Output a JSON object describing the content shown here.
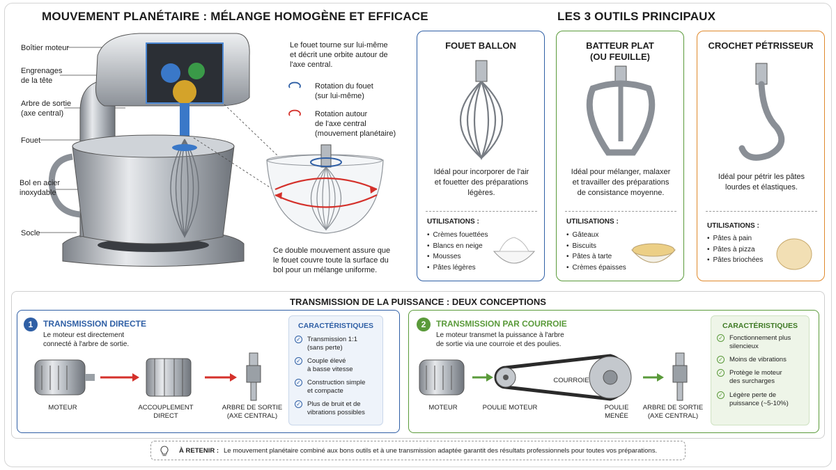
{
  "colors": {
    "blue": "#2f5fa5",
    "green": "#5a9a3a",
    "orange": "#e0892c",
    "red": "#d4312b",
    "steel": "#a8adb3",
    "gold": "#d4a32a"
  },
  "mixer": {
    "title": "MOUVEMENT PLANÉTAIRE : MÉLANGE HOMOGÈNE ET EFFICACE",
    "labels": {
      "motor_housing": "Boîtier moteur",
      "gears_1": "Engrenages",
      "gears_2": "de la tête",
      "output_1": "Arbre de sortie",
      "output_2": "(axe central)",
      "whisk": "Fouet",
      "bowl_1": "Bol en acier",
      "bowl_2": "inoxydable",
      "base": "Socle"
    },
    "explain_1": "Le fouet tourne sur lui-même",
    "explain_2": "et décrit une orbite autour de",
    "explain_3": "l'axe central.",
    "rot_self_1": "Rotation du fouet",
    "rot_self_2": "(sur lui-même)",
    "rot_orbit_1": "Rotation autour",
    "rot_orbit_2": "de l'axe central",
    "rot_orbit_3": "(mouvement planétaire)",
    "summary_1": "Ce double mouvement assure que",
    "summary_2": "le fouet couvre toute la surface du",
    "summary_3": "bol pour un mélange uniforme."
  },
  "tools": {
    "title": "LES 3 OUTILS PRINCIPAUX",
    "uses_label": "UTILISATIONS :",
    "whisk": {
      "name": "FOUET BALLON",
      "desc_1": "Idéal pour incorporer de l'air",
      "desc_2": "et fouetter des préparations",
      "desc_3": "légères.",
      "uses": [
        "Crèmes fouettées",
        "Blancs en neige",
        "Mousses",
        "Pâtes légères"
      ]
    },
    "beater": {
      "name_1": "BATTEUR PLAT",
      "name_2": "(OU FEUILLE)",
      "desc_1": "Idéal pour mélanger, malaxer",
      "desc_2": "et travailler des préparations",
      "desc_3": "de consistance moyenne.",
      "uses": [
        "Gâteaux",
        "Biscuits",
        "Pâtes à tarte",
        "Crèmes épaisses"
      ]
    },
    "hook": {
      "name": "CROCHET PÉTRISSEUR",
      "desc_1": "Idéal pour pétrir les pâtes",
      "desc_2": "lourdes et élastiques.",
      "uses": [
        "Pâtes à pain",
        "Pâtes à pizza",
        "Pâtes briochées"
      ]
    }
  },
  "transmission": {
    "title": "TRANSMISSION DE LA PUISSANCE : DEUX CONCEPTIONS",
    "characteristics_label": "CARACTÉRISTIQUES",
    "direct": {
      "number": "1",
      "name": "TRANSMISSION DIRECTE",
      "desc_1": "Le moteur est directement",
      "desc_2": "connecté à l'arbre de sortie.",
      "motor": "MOTEUR",
      "coupling_1": "ACCOUPLEMENT",
      "coupling_2": "DIRECT",
      "shaft_1": "ARBRE DE SORTIE",
      "shaft_2": "(AXE CENTRAL)",
      "features": [
        [
          "Transmission 1:1",
          "(sans perte)"
        ],
        [
          "Couple élevé",
          "à basse vitesse"
        ],
        [
          "Construction simple",
          "et compacte"
        ],
        [
          "Plus de bruit et de",
          "vibrations possibles"
        ]
      ]
    },
    "belt": {
      "number": "2",
      "name": "TRANSMISSION PAR COURROIE",
      "desc_1": "Le moteur transmet la puissance à l'arbre",
      "desc_2": "de sortie via une courroie et des poulies.",
      "motor": "MOTEUR",
      "pulley_motor": "POULIE MOTEUR",
      "belt": "COURROIE",
      "pulley_driven_1": "POULIE",
      "pulley_driven_2": "MENÉE",
      "shaft_1": "ARBRE DE SORTIE",
      "shaft_2": "(AXE CENTRAL)",
      "features": [
        [
          "Fonctionnement plus",
          "silencieux"
        ],
        [
          "Moins de vibrations",
          ""
        ],
        [
          "Protège le moteur",
          "des surcharges"
        ],
        [
          "Légère perte de",
          "puissance (~5-10%)"
        ]
      ]
    }
  },
  "retain": {
    "label": "À RETENIR :",
    "text": "Le mouvement planétaire combiné aux bons outils et à une transmission adaptée garantit des résultats professionnels pour toutes vos préparations."
  }
}
